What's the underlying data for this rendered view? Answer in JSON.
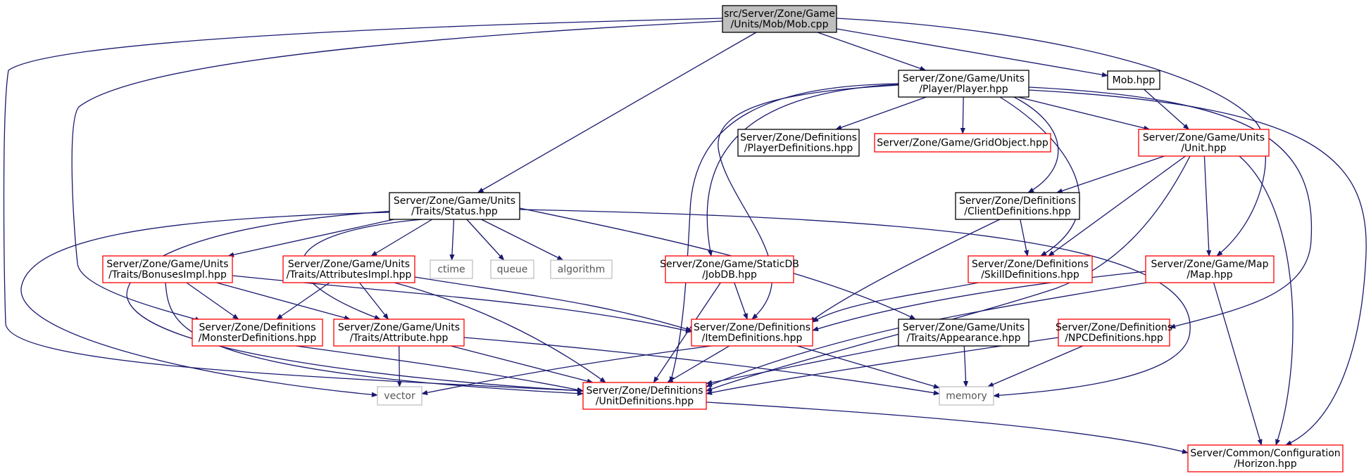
{
  "colors": {
    "edge": "#191970",
    "root_fill": "#bfbfbf",
    "black_border": "#000000",
    "red_border": "#ff0000",
    "gray_border": "#bfbfbf"
  },
  "nodes": [
    {
      "id": "mob_cpp",
      "lines": [
        "src/Server/Zone/Game",
        "/Units/Mob/Mob.cpp"
      ],
      "style": "root"
    },
    {
      "id": "player_hpp",
      "lines": [
        "Server/Zone/Game/Units",
        "/Player/Player.hpp"
      ],
      "style": "black"
    },
    {
      "id": "mob_hpp",
      "lines": [
        "Mob.hpp"
      ],
      "style": "black"
    },
    {
      "id": "player_definitions",
      "lines": [
        "Server/Zone/Definitions",
        "/PlayerDefinitions.hpp"
      ],
      "style": "black"
    },
    {
      "id": "grid_object",
      "lines": [
        "Server/Zone/Game/GridObject.hpp"
      ],
      "style": "red"
    },
    {
      "id": "unit_hpp",
      "lines": [
        "Server/Zone/Game/Units",
        "/Unit.hpp"
      ],
      "style": "red"
    },
    {
      "id": "status_hpp",
      "lines": [
        "Server/Zone/Game/Units",
        "/Traits/Status.hpp"
      ],
      "style": "black"
    },
    {
      "id": "client_definitions",
      "lines": [
        "Server/Zone/Definitions",
        "/ClientDefinitions.hpp"
      ],
      "style": "black"
    },
    {
      "id": "bonuses_impl",
      "lines": [
        "Server/Zone/Game/Units",
        "/Traits/BonusesImpl.hpp"
      ],
      "style": "red"
    },
    {
      "id": "attributes_impl",
      "lines": [
        "Server/Zone/Game/Units",
        "/Traits/AttributesImpl.hpp"
      ],
      "style": "red"
    },
    {
      "id": "ctime",
      "lines": [
        "ctime"
      ],
      "style": "gray"
    },
    {
      "id": "queue",
      "lines": [
        "queue"
      ],
      "style": "gray"
    },
    {
      "id": "algorithm",
      "lines": [
        "algorithm"
      ],
      "style": "gray"
    },
    {
      "id": "job_db",
      "lines": [
        "Server/Zone/Game/StaticDB",
        "/JobDB.hpp"
      ],
      "style": "red"
    },
    {
      "id": "skill_definitions",
      "lines": [
        "Server/Zone/Definitions",
        "/SkillDefinitions.hpp"
      ],
      "style": "red"
    },
    {
      "id": "map_hpp",
      "lines": [
        "Server/Zone/Game/Map",
        "/Map.hpp"
      ],
      "style": "red"
    },
    {
      "id": "monster_definitions",
      "lines": [
        "Server/Zone/Definitions",
        "/MonsterDefinitions.hpp"
      ],
      "style": "red"
    },
    {
      "id": "attribute_hpp",
      "lines": [
        "Server/Zone/Game/Units",
        "/Traits/Attribute.hpp"
      ],
      "style": "red"
    },
    {
      "id": "item_definitions",
      "lines": [
        "Server/Zone/Definitions",
        "/ItemDefinitions.hpp"
      ],
      "style": "red"
    },
    {
      "id": "appearance_hpp",
      "lines": [
        "Server/Zone/Game/Units",
        "/Traits/Appearance.hpp"
      ],
      "style": "black"
    },
    {
      "id": "npc_definitions",
      "lines": [
        "Server/Zone/Definitions",
        "/NPCDefinitions.hpp"
      ],
      "style": "red"
    },
    {
      "id": "vector",
      "lines": [
        "vector"
      ],
      "style": "gray"
    },
    {
      "id": "unit_definitions",
      "lines": [
        "Server/Zone/Definitions",
        "/UnitDefinitions.hpp"
      ],
      "style": "red"
    },
    {
      "id": "memory",
      "lines": [
        "memory"
      ],
      "style": "gray"
    },
    {
      "id": "horizon_hpp",
      "lines": [
        "Server/Common/Configuration",
        "/Horizon.hpp"
      ],
      "style": "red"
    }
  ],
  "edges": [
    {
      "from": "mob_cpp",
      "to": "player_hpp"
    },
    {
      "from": "mob_cpp",
      "to": "mob_hpp"
    },
    {
      "from": "mob_cpp",
      "to": "status_hpp"
    },
    {
      "from": "mob_cpp",
      "to": "map_hpp"
    },
    {
      "from": "mob_cpp",
      "to": "monster_definitions"
    },
    {
      "from": "mob_cpp",
      "to": "unit_definitions"
    },
    {
      "from": "player_hpp",
      "to": "player_definitions"
    },
    {
      "from": "player_hpp",
      "to": "grid_object"
    },
    {
      "from": "player_hpp",
      "to": "unit_hpp"
    },
    {
      "from": "player_hpp",
      "to": "client_definitions"
    },
    {
      "from": "player_hpp",
      "to": "skill_definitions"
    },
    {
      "from": "player_hpp",
      "to": "job_db"
    },
    {
      "from": "player_hpp",
      "to": "item_definitions"
    },
    {
      "from": "player_hpp",
      "to": "unit_definitions"
    },
    {
      "from": "player_hpp",
      "to": "npc_definitions"
    },
    {
      "from": "player_hpp",
      "to": "horizon_hpp"
    },
    {
      "from": "mob_hpp",
      "to": "unit_hpp"
    },
    {
      "from": "unit_hpp",
      "to": "client_definitions"
    },
    {
      "from": "unit_hpp",
      "to": "skill_definitions"
    },
    {
      "from": "unit_hpp",
      "to": "map_hpp"
    },
    {
      "from": "unit_hpp",
      "to": "unit_definitions"
    },
    {
      "from": "unit_hpp",
      "to": "horizon_hpp"
    },
    {
      "from": "status_hpp",
      "to": "bonuses_impl"
    },
    {
      "from": "status_hpp",
      "to": "attributes_impl"
    },
    {
      "from": "status_hpp",
      "to": "ctime"
    },
    {
      "from": "status_hpp",
      "to": "queue"
    },
    {
      "from": "status_hpp",
      "to": "algorithm"
    },
    {
      "from": "status_hpp",
      "to": "appearance_hpp"
    },
    {
      "from": "status_hpp",
      "to": "attribute_hpp"
    },
    {
      "from": "status_hpp",
      "to": "unit_definitions"
    },
    {
      "from": "status_hpp",
      "to": "vector"
    },
    {
      "from": "status_hpp",
      "to": "memory"
    },
    {
      "from": "client_definitions",
      "to": "skill_definitions"
    },
    {
      "from": "client_definitions",
      "to": "item_definitions"
    },
    {
      "from": "bonuses_impl",
      "to": "monster_definitions"
    },
    {
      "from": "bonuses_impl",
      "to": "attribute_hpp"
    },
    {
      "from": "bonuses_impl",
      "to": "item_definitions"
    },
    {
      "from": "bonuses_impl",
      "to": "unit_definitions"
    },
    {
      "from": "attributes_impl",
      "to": "monster_definitions"
    },
    {
      "from": "attributes_impl",
      "to": "attribute_hpp"
    },
    {
      "from": "attributes_impl",
      "to": "item_definitions"
    },
    {
      "from": "attributes_impl",
      "to": "unit_definitions"
    },
    {
      "from": "job_db",
      "to": "item_definitions"
    },
    {
      "from": "job_db",
      "to": "unit_definitions"
    },
    {
      "from": "skill_definitions",
      "to": "item_definitions"
    },
    {
      "from": "map_hpp",
      "to": "item_definitions"
    },
    {
      "from": "map_hpp",
      "to": "unit_definitions"
    },
    {
      "from": "map_hpp",
      "to": "horizon_hpp"
    },
    {
      "from": "monster_definitions",
      "to": "unit_definitions"
    },
    {
      "from": "attribute_hpp",
      "to": "vector"
    },
    {
      "from": "attribute_hpp",
      "to": "unit_definitions"
    },
    {
      "from": "attribute_hpp",
      "to": "memory"
    },
    {
      "from": "item_definitions",
      "to": "vector"
    },
    {
      "from": "item_definitions",
      "to": "unit_definitions"
    },
    {
      "from": "item_definitions",
      "to": "memory"
    },
    {
      "from": "appearance_hpp",
      "to": "unit_definitions"
    },
    {
      "from": "appearance_hpp",
      "to": "memory"
    },
    {
      "from": "npc_definitions",
      "to": "unit_definitions"
    },
    {
      "from": "npc_definitions",
      "to": "memory"
    },
    {
      "from": "unit_definitions",
      "to": "horizon_hpp"
    }
  ]
}
